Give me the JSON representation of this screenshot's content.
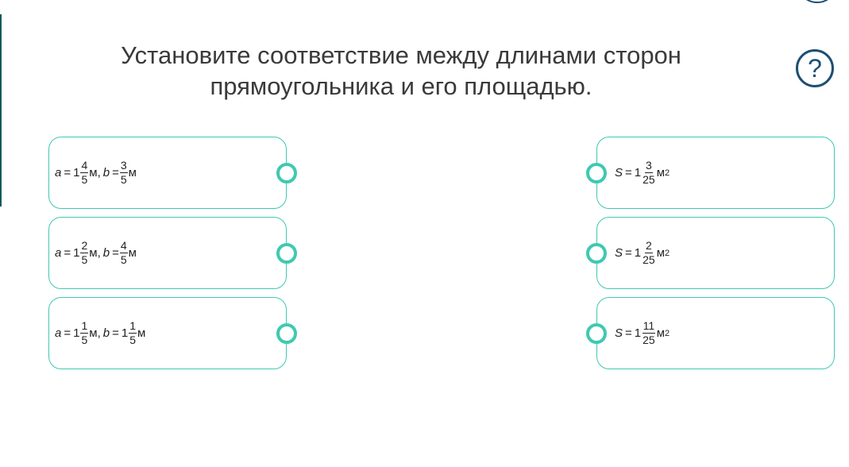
{
  "task": {
    "title_line1": "Установите соответствие между длинами сторон",
    "title_line2": "прямоугольника и его площадью."
  },
  "help_button": {
    "label": "?"
  },
  "left_items": [
    {
      "a_var": "a",
      "eq": "=",
      "a_whole": "1",
      "a_num": "4",
      "a_den": "5",
      "a_unit": "м,",
      "b_var": "b",
      "b_whole": "",
      "b_num": "3",
      "b_den": "5",
      "b_unit": "м"
    },
    {
      "a_var": "a",
      "eq": "=",
      "a_whole": "1",
      "a_num": "2",
      "a_den": "5",
      "a_unit": "м,",
      "b_var": "b",
      "b_whole": "",
      "b_num": "4",
      "b_den": "5",
      "b_unit": "м"
    },
    {
      "a_var": "a",
      "eq": "=",
      "a_whole": "1",
      "a_num": "1",
      "a_den": "5",
      "a_unit": "м,",
      "b_var": "b",
      "b_whole": "1",
      "b_num": "1",
      "b_den": "5",
      "b_unit": "м"
    }
  ],
  "right_items": [
    {
      "var": "S",
      "eq": "=",
      "whole": "1",
      "num": "3",
      "den": "25",
      "unit": "м",
      "exp": "2"
    },
    {
      "var": "S",
      "eq": "=",
      "whole": "1",
      "num": "2",
      "den": "25",
      "unit": "м",
      "exp": "2"
    },
    {
      "var": "S",
      "eq": "=",
      "whole": "1",
      "num": "11",
      "den": "25",
      "unit": "м",
      "exp": "2"
    }
  ],
  "colors": {
    "accent": "#3ec9b2",
    "help": "#1d4f73",
    "left_bar": "#0e5a5a",
    "text": "#3a3a3a"
  }
}
